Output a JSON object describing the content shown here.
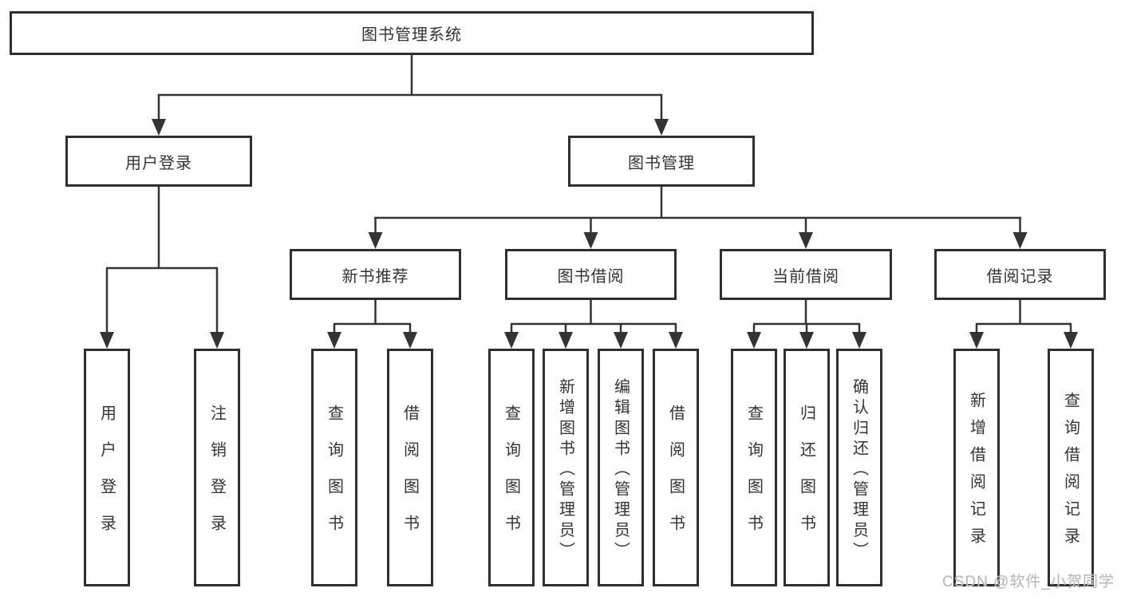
{
  "watermark": "CSDN @软件_小贺同学",
  "tree": {
    "root": {
      "label": "图书管理系统",
      "children": [
        {
          "label": "用户登录",
          "children": [
            {
              "label": "用户登录"
            },
            {
              "label": "注销登录"
            }
          ]
        },
        {
          "label": "图书管理",
          "children": [
            {
              "label": "新书推荐",
              "children": [
                {
                  "label": "查询图书"
                },
                {
                  "label": "借阅图书"
                }
              ]
            },
            {
              "label": "图书借阅",
              "children": [
                {
                  "label": "查询图书"
                },
                {
                  "label": "新增图书（管理员）"
                },
                {
                  "label": "编辑图书（管理员）"
                },
                {
                  "label": "借阅图书"
                }
              ]
            },
            {
              "label": "当前借阅",
              "children": [
                {
                  "label": "查询图书"
                },
                {
                  "label": "归还图书"
                },
                {
                  "label": "确认归还（管理员）"
                }
              ]
            },
            {
              "label": "借阅记录",
              "children": [
                {
                  "label": "新增借阅记录"
                },
                {
                  "label": "查询借阅记录"
                }
              ]
            }
          ]
        }
      ]
    }
  },
  "colors": {
    "line": "#333333",
    "border": "#2f2f2f",
    "text": "#333333",
    "watermark": "#b9b9b9",
    "background": "#ffffff"
  }
}
